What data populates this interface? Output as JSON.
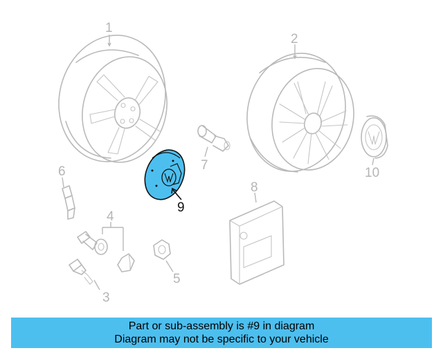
{
  "diagram": {
    "callouts": [
      "1",
      "2",
      "3",
      "4",
      "5",
      "6",
      "7",
      "8",
      "9",
      "10"
    ],
    "highlighted_part": "9",
    "highlight_color": "#4dbfef",
    "line_color": "#b9b9b9"
  },
  "banner": {
    "line1": "Part or sub-assembly is #9 in diagram",
    "line2": "Diagram may not be specific to your vehicle",
    "background_color": "#4dbfef"
  }
}
